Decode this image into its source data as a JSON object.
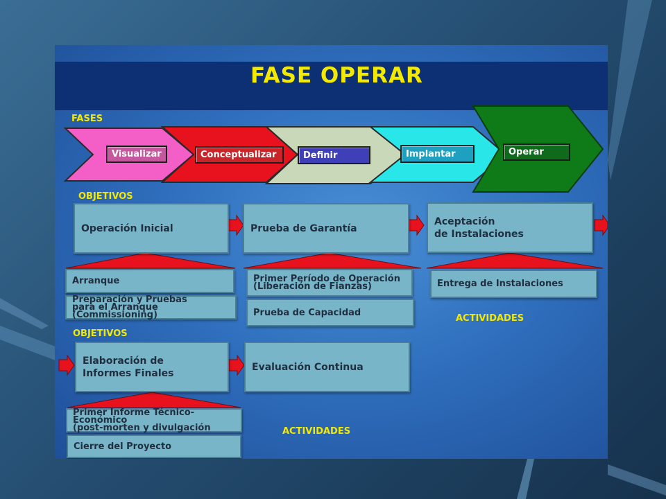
{
  "title": "FASE OPERAR",
  "labels": {
    "fases": "FASES",
    "objetivos_1": "OBJETIVOS",
    "objetivos_2": "OBJETIVOS",
    "actividades_1": "ACTIVIDADES",
    "actividades_2": "ACTIVIDADES"
  },
  "phases": [
    {
      "label": "Visualizar",
      "color": "#f45ec7",
      "label_bg": "#c4579e"
    },
    {
      "label": "Conceptualizar",
      "color": "#e8121e",
      "label_bg": "#c8242a"
    },
    {
      "label": "Definir",
      "color": "#c8d8b8",
      "label_bg": "#3f3fb8"
    },
    {
      "label": "Implantar",
      "color": "#29e6e8",
      "label_bg": "#1ea0c0"
    },
    {
      "label": "Operar",
      "color": "#0f7a18",
      "label_bg": "#106a1c"
    }
  ],
  "objectives_row1": [
    {
      "text": "Operación Inicial"
    },
    {
      "text": "Prueba de Garantía"
    },
    {
      "text": "Aceptación\nde Instalaciones"
    }
  ],
  "activities_row1": [
    {
      "text": "Arranque"
    },
    {
      "text": "Preparación y Pruebas\npara el Arranque (Commissioning)"
    },
    {
      "text": "Primer Período de Operación\n(Liberación de Fianzas)"
    },
    {
      "text": "Prueba de Capacidad"
    },
    {
      "text": "Entrega de Instalaciones"
    }
  ],
  "objectives_row2": [
    {
      "text": "Elaboración de\nInformes Finales"
    },
    {
      "text": "Evaluación Continua"
    }
  ],
  "activities_row2": [
    {
      "text": "Primer Informe Técnico-Económico\n(post-morten y divulgación"
    },
    {
      "text": "Cierre del Proyecto"
    }
  ],
  "colors": {
    "title_bar": "#0d2f74",
    "title_text": "#f4e900",
    "box_fill": "#78b5c8",
    "arrow_red": "#e8121e"
  }
}
